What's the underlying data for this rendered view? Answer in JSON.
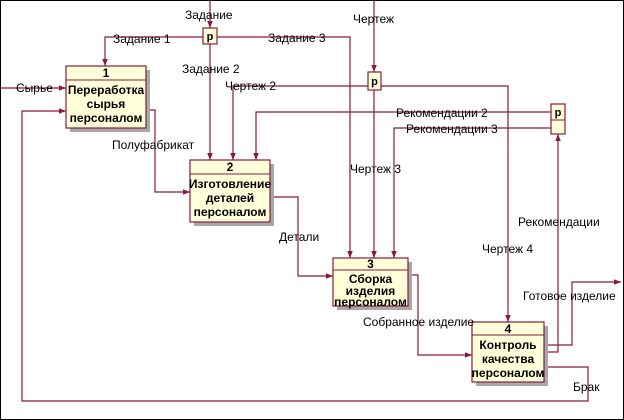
{
  "colors": {
    "arrow": "#8b1a3a",
    "box_fill": "#ffffd9",
    "box_border": "#8b1a3a",
    "shadow": "#a8a8a8"
  },
  "boxes": [
    {
      "number": "1",
      "lines": [
        "Переработка",
        "сырья",
        "персоналом"
      ]
    },
    {
      "number": "2",
      "lines": [
        "Изготовление",
        "деталей",
        "персоналом"
      ]
    },
    {
      "number": "3",
      "lines": [
        "Сборка",
        "изделия",
        "персоналом"
      ]
    },
    {
      "number": "4",
      "lines": [
        "Контроль",
        "качества",
        "персоналом"
      ]
    }
  ],
  "junctions": [
    {
      "name": "p-junction-top",
      "label": "p"
    },
    {
      "name": "p-junction-middle",
      "label": "p"
    },
    {
      "name": "p-junction-right",
      "label": "p"
    }
  ],
  "labels": {
    "zadanie": "Задание",
    "chertezh": "Чертеж",
    "zadanie1": "Задание 1",
    "zadanie3": "Задание 3",
    "zadanie2": "Задание 2",
    "chertezh2": "Чертеж 2",
    "syrie": "Сырье",
    "rekom2": "Рекомендации 2",
    "rekom3": "Рекомендации 3",
    "polufabrikat": "Полуфабрикат",
    "chertezh3": "Чертеж 3",
    "rekomendacii": "Рекомендации",
    "detali": "Детали",
    "chertezh4": "Чертеж 4",
    "gotovoe": "Готовое изделие",
    "sobrannoe": "Собранное изделие",
    "brak": "Брак"
  }
}
